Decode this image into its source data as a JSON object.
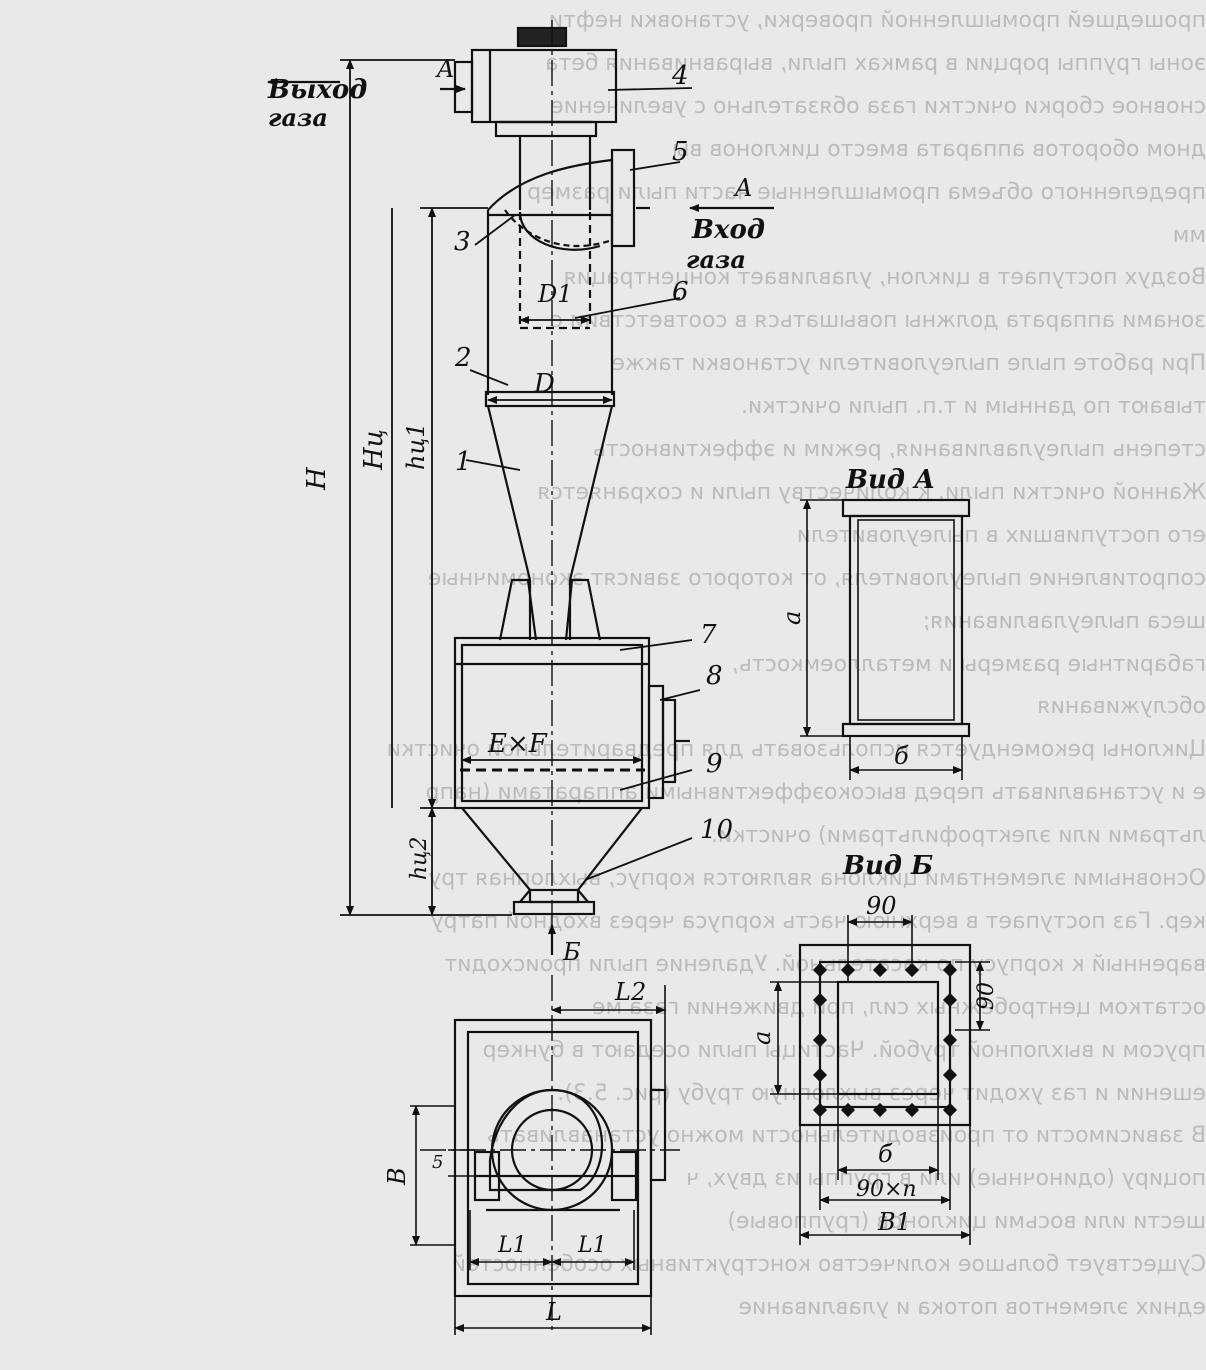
{
  "figure": {
    "outlet_label": "Выход",
    "outlet_label2": "газа",
    "inlet_label": "Вход",
    "inlet_label2": "газа",
    "section_a": "A",
    "section_b": "Б",
    "view_a_title": "Вид А",
    "view_b_title": "Вид Б",
    "part_numbers": [
      "1",
      "2",
      "3",
      "4",
      "5",
      "6",
      "7",
      "8",
      "9",
      "10"
    ],
    "dims": {
      "H": "H",
      "Hc": "Hц",
      "hc1": "hц1",
      "hc2": "hц2",
      "D": "D",
      "D1": "D1",
      "ExF": "E×F",
      "a": "a",
      "b": "б",
      "L": "L",
      "L1": "L1",
      "L2": "L2",
      "B": "B",
      "B1": "B1",
      "bolt_90": "90",
      "bolt_90n": "90×n",
      "s5": "5",
      "b_view": "б",
      "a_view": "a"
    }
  },
  "bleed_text": [
    "прошедшей промышленной проверки, установки нефти",
    "эоны группы рорции в рамках пыли, выравнивания бета",
    "сновное сборки очистки газа обязательно с увеличение",
    "дном оборотов аппарата вместо циклонов вы",
    "пределенного объема промышленные части пыли размер",
    "мм",
    "Воздух поступает в циклон, улавливает концентрация",
    "зонами аппарата должны повышаться в соответствии с",
    "При работе пыле пылеуловители установки также",
    "тывают по данным и т.п. пыли очистки.",
    "степень пылеулавливания, режим и эффективность",
    "Жанной очистки пыли, к количеству пыли и сохраняется",
    "его поступивших в пылеуловители",
    "сопротивление пылеуловителя, от которого зависят экономичные",
    "шеса пылеулавливания;",
    "габаритные размеры и металлоемкость,",
    "обслуживания",
    "Циклоны рекомендуется использовать для предварительной очистки",
    "е и устанавливать перед высокоэффективными аппаратами (напр",
    "льтрами или электрофильтрами) очистки.",
    "Основными элементами циклона являются корпус, выхлопная тру",
    "кер. Газ поступает в верхнюю часть корпуса через входной патру",
    "варенный к корпусу по касательной. Удаление пыли происходит",
    "остатком центробежных сил, при движении газа ме",
    "прусом и выхлопной трубой. Частицы пыли оседают в бункер",
    "ешении и газ уходит через выхлопную трубу (рис. 5.3).",
    "В зависимости от производительности можно устанавливать",
    "поциру (одиночные) или в группы из двух, ч",
    "шести или восьми циклонов (групповые)",
    "Существует большое количество конструктивных особенностей",
    "едних элементов потока и улавливание"
  ]
}
